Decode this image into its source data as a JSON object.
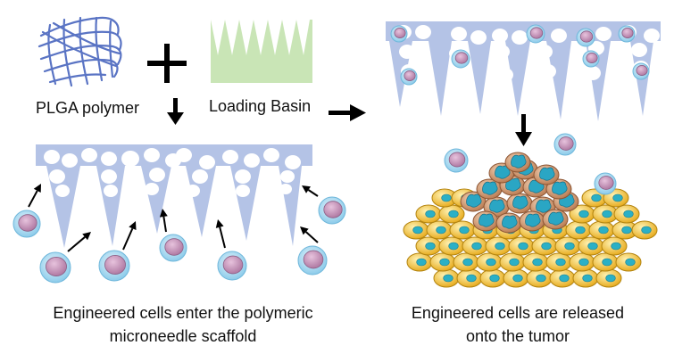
{
  "labels": {
    "plga": "PLGA polymer",
    "basin": "Loading Basin"
  },
  "captions": {
    "left_line1": "Engineered cells enter the polymeric",
    "left_line2": "microneedle scaffold",
    "right_line1": "Engineered cells are released",
    "right_line2": "onto the tumor"
  },
  "colors": {
    "scaffold": "#b4c3e6",
    "mesh": "#5a74c4",
    "basin": "#c9e5b6",
    "cell_body": "#9ad4ef",
    "cell_nucleus": "#c48ab4",
    "tumor_cell": "#f4c62f",
    "tumor_nucleus": "#2bb0c6",
    "cancer_cell": "#c8875a",
    "arrow": "#000000"
  },
  "icons": [
    "plus-icon",
    "down-arrow-icon",
    "right-arrow-icon",
    "pointer-arrow-icon",
    "cell-icon"
  ]
}
